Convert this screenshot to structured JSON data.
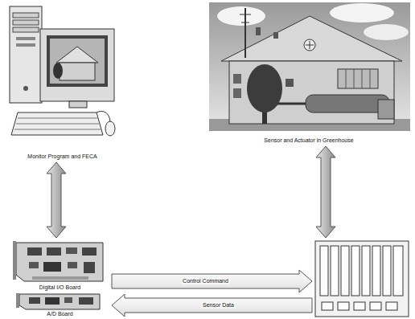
{
  "diagram": {
    "nodes": [
      {
        "text": [
          "Monitor Program and FECA"
        ]
      },
      {
        "text": [
          "Sensor and Actuator in Greenhouse"
        ]
      },
      {
        "text": [
          "Digital I/O Board"
        ]
      },
      {
        "text": [
          "A/D Board"
        ]
      },
      {
        "text": []
      }
    ],
    "edges": [
      {
        "from": 0,
        "to": 2,
        "arrow": "both"
      },
      {
        "from": 1,
        "to": 4,
        "arrow": "both"
      },
      {
        "from": 2,
        "to": 4,
        "label": "Control Command",
        "arrow": "to"
      },
      {
        "from": 4,
        "to": 3,
        "label": "Sensor Data",
        "arrow": "to"
      }
    ]
  }
}
